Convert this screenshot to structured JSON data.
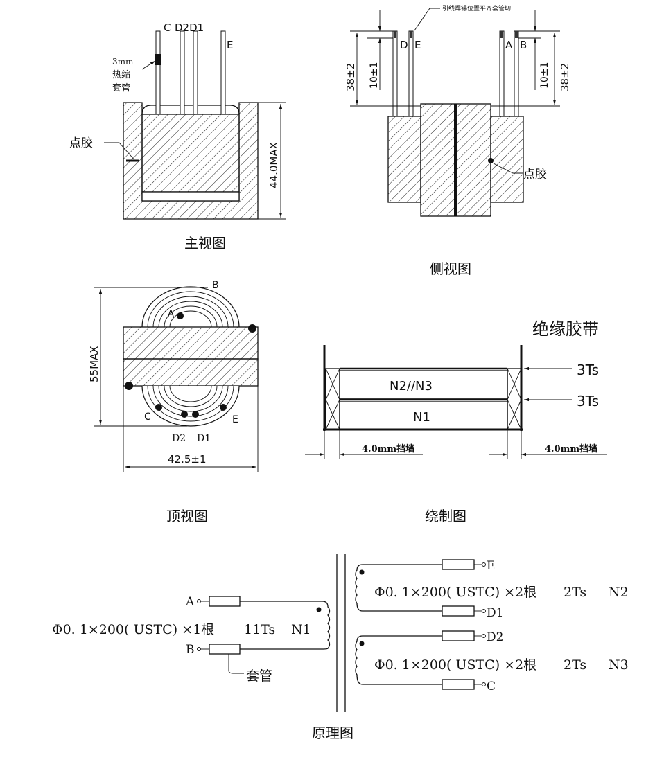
{
  "front_view": {
    "caption": "主视图",
    "lead_c": "C",
    "lead_d2d1": "D2D1",
    "lead_e": "E",
    "sleeve_note": [
      "3mm",
      "热缩",
      "套管"
    ],
    "glue": "点胶",
    "height_dim": "44.0MAX"
  },
  "side_view": {
    "caption": "侧视图",
    "note": "引线焊锡位置平齐套管切口",
    "lead_d": "D",
    "lead_e": "E",
    "lead_a": "A",
    "lead_b": "B",
    "dim_lead": "10±1",
    "dim_total": "38±2",
    "glue": "点胶"
  },
  "top_view": {
    "caption": "顶视图",
    "label_a": "A",
    "label_b": "B",
    "label_c": "C",
    "label_e": "E",
    "label_d2": "D2",
    "label_d1": "D1",
    "height_dim": "55MAX",
    "width_dim": "42.5±1"
  },
  "winding_view": {
    "caption": "绕制图",
    "tape_title": "绝缘胶带",
    "tape_upper": "3Ts",
    "tape_lower": "3Ts",
    "layer_upper": "N2//N3",
    "layer_lower": "N1",
    "wall_left": "4.0mm挡墙",
    "wall_right": "4.0mm挡墙"
  },
  "schematic": {
    "caption": "原理图",
    "primary": {
      "start": "A",
      "end": "B",
      "spec": "Φ0. 1×200( USTC) ×1根",
      "turns": "11Ts",
      "name": "N1"
    },
    "sleeve": "套管",
    "secondary_1": {
      "start": "E",
      "end": "D1",
      "spec": "Φ0. 1×200( USTC) ×2根",
      "turns": "2Ts",
      "name": "N2"
    },
    "secondary_2": {
      "start": "D2",
      "end": "C",
      "spec": "Φ0. 1×200( USTC) ×2根",
      "turns": "2Ts",
      "name": "N3"
    }
  }
}
